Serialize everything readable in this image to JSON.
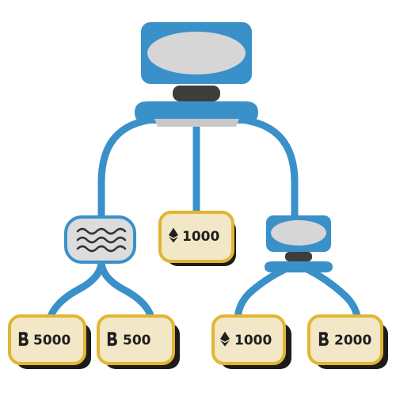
{
  "diagram": {
    "colors": {
      "branch": "#3a90c9",
      "monitor_screen": "#d6d6d6",
      "stand": "#3d3d3d",
      "leaf_fill": "#f2e7c6",
      "leaf_border": "#e0b632",
      "leaf_shadow": "#1c1c1c",
      "filter_fill": "#dcdcdc"
    },
    "nodes": {
      "root": {
        "icon": "computer-monitor-icon"
      },
      "filter": {
        "icon": "wavy-lines-icon"
      },
      "sub_monitor": {
        "icon": "computer-monitor-icon"
      },
      "leaf_eth_mid": {
        "icon": "ethereum-icon",
        "value": "1000"
      },
      "leaf_btc_5000": {
        "icon": "bitcoin-icon",
        "value": "5000"
      },
      "leaf_btc_500": {
        "icon": "bitcoin-icon",
        "value": "500"
      },
      "leaf_eth_right": {
        "icon": "ethereum-icon",
        "value": "1000"
      },
      "leaf_btc_2000": {
        "icon": "bitcoin-icon",
        "value": "2000"
      }
    }
  }
}
